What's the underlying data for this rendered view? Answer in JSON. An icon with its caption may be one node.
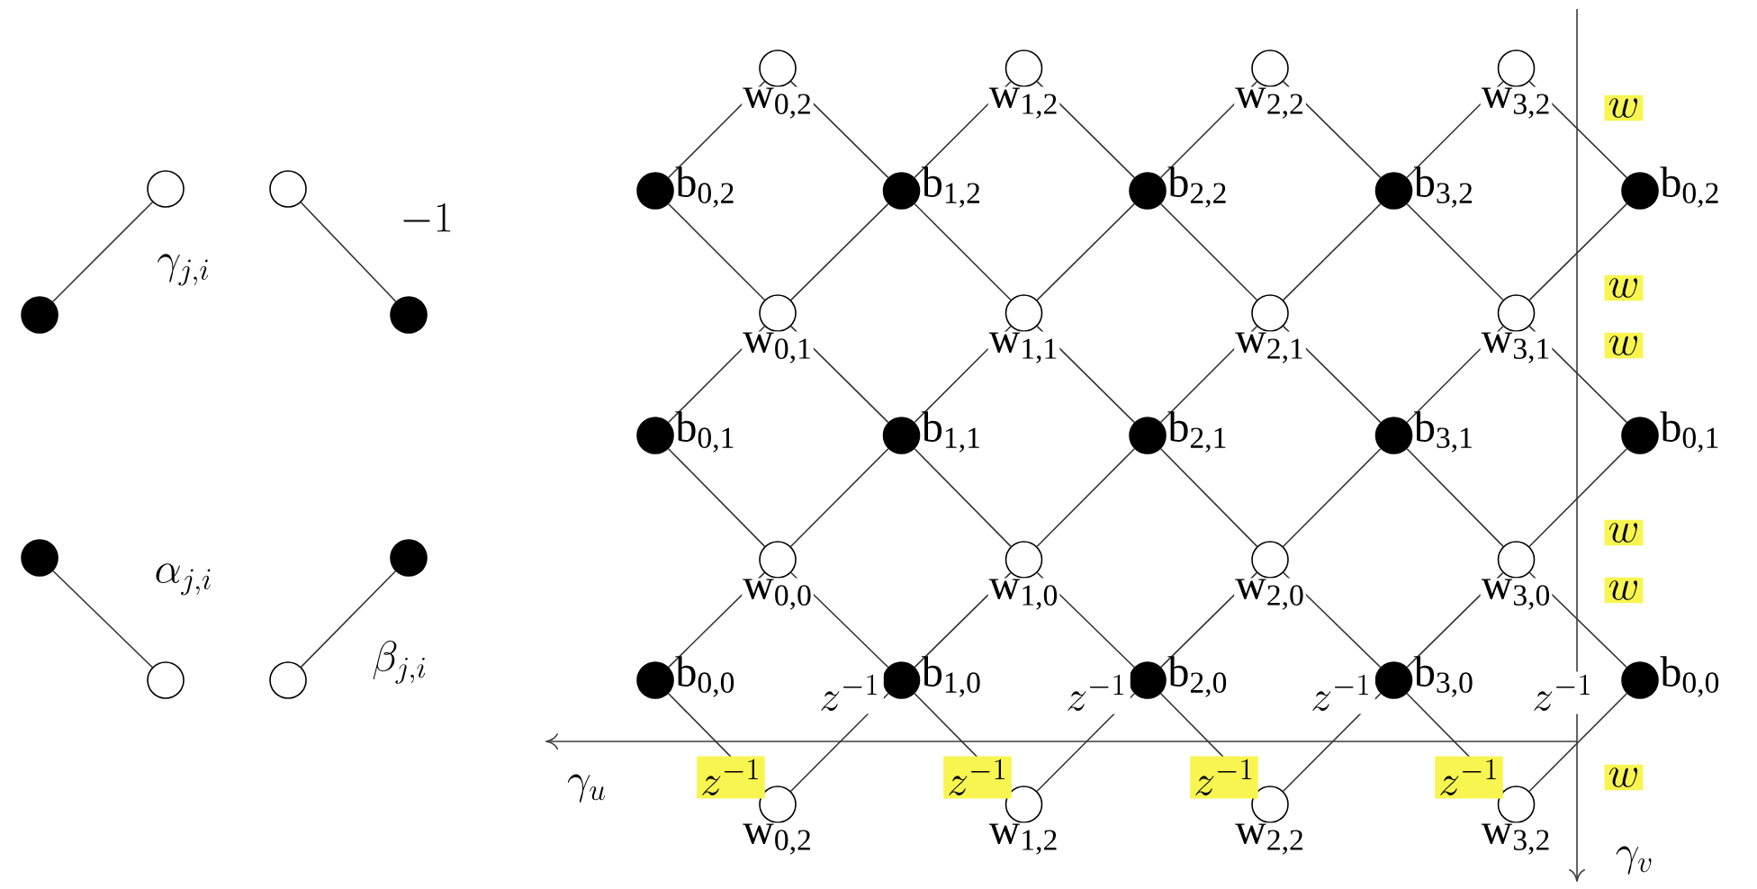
{
  "diagram": {
    "nodes": [
      {
        "text": [],
        "shape": "dot"
      },
      {
        "text": [],
        "shape": "circle"
      },
      {
        "text": [],
        "shape": "circle"
      },
      {
        "text": [],
        "shape": "dot"
      },
      {
        "text": [],
        "shape": "dot"
      },
      {
        "text": [],
        "shape": "circle"
      },
      {
        "text": [],
        "shape": "circle"
      },
      {
        "text": [],
        "shape": "dot"
      },
      {
        "text": [],
        "shape": "circle",
        "beside": [
          "w$_{0,2}$"
        ]
      },
      {
        "text": [],
        "shape": "circle",
        "beside": [
          "w$_{1,2}$"
        ]
      },
      {
        "text": [],
        "shape": "circle",
        "beside": [
          "w$_{2,2}$"
        ]
      },
      {
        "text": [],
        "shape": "circle",
        "beside": [
          "w$_{3,2}$"
        ]
      },
      {
        "text": [],
        "shape": "dot",
        "beside": [
          "b$_{0,2}$"
        ]
      },
      {
        "text": [],
        "shape": "dot",
        "beside": [
          "b$_{1,2}$"
        ]
      },
      {
        "text": [],
        "shape": "dot",
        "beside": [
          "b$_{2,2}$"
        ]
      },
      {
        "text": [],
        "shape": "dot",
        "beside": [
          "b$_{3,2}$"
        ]
      },
      {
        "text": [],
        "shape": "dot",
        "beside": [
          "b$_{0,2}$"
        ]
      },
      {
        "text": [],
        "shape": "circle",
        "beside": [
          "w$_{0,1}$"
        ]
      },
      {
        "text": [],
        "shape": "circle",
        "beside": [
          "w$_{1,1}$"
        ]
      },
      {
        "text": [],
        "shape": "circle",
        "beside": [
          "w$_{2,1}$"
        ]
      },
      {
        "text": [],
        "shape": "circle",
        "beside": [
          "w$_{3,1}$"
        ]
      },
      {
        "text": [],
        "shape": "dot",
        "beside": [
          "b$_{0,1}$"
        ]
      },
      {
        "text": [],
        "shape": "dot",
        "beside": [
          "b$_{1,1}$"
        ]
      },
      {
        "text": [],
        "shape": "dot",
        "beside": [
          "b$_{2,1}$"
        ]
      },
      {
        "text": [],
        "shape": "dot",
        "beside": [
          "b$_{3,1}$"
        ]
      },
      {
        "text": [],
        "shape": "dot",
        "beside": [
          "b$_{0,1}$"
        ]
      },
      {
        "text": [],
        "shape": "circle",
        "beside": [
          "w$_{0,0}$"
        ]
      },
      {
        "text": [],
        "shape": "circle",
        "beside": [
          "w$_{1,0}$"
        ]
      },
      {
        "text": [],
        "shape": "circle",
        "beside": [
          "w$_{2,0}$"
        ]
      },
      {
        "text": [],
        "shape": "circle",
        "beside": [
          "w$_{3,0}$"
        ]
      },
      {
        "text": [],
        "shape": "dot",
        "beside": [
          "b$_{0,0}$"
        ]
      },
      {
        "text": [],
        "shape": "dot",
        "beside": [
          "b$_{1,0}$"
        ]
      },
      {
        "text": [],
        "shape": "dot",
        "beside": [
          "b$_{2,0}$"
        ]
      },
      {
        "text": [],
        "shape": "dot",
        "beside": [
          "b$_{3,0}$"
        ]
      },
      {
        "text": [],
        "shape": "dot",
        "beside": [
          "b$_{0,0}$"
        ]
      },
      {
        "text": [],
        "shape": "circle",
        "beside": [
          "w$_{0,2}$"
        ]
      },
      {
        "text": [],
        "shape": "circle",
        "beside": [
          "w$_{1,2}$"
        ]
      },
      {
        "text": [],
        "shape": "circle",
        "beside": [
          "w$_{2,2}$"
        ]
      },
      {
        "text": [],
        "shape": "circle",
        "beside": [
          "w$_{3,2}$"
        ]
      }
    ],
    "edges": [
      {
        "from": 0,
        "to": 1,
        "arrow": "none",
        "label": "\\gamma_{j,i}"
      },
      {
        "from": 2,
        "to": 3,
        "arrow": "none",
        "label": "-1"
      },
      {
        "from": 4,
        "to": 5,
        "arrow": "none",
        "label": "\\alpha_{j,i}"
      },
      {
        "from": 6,
        "to": 7,
        "arrow": "none",
        "label": "\\beta_{j,i}"
      },
      {
        "from": 8,
        "to": 12,
        "arrow": "none"
      },
      {
        "from": 8,
        "to": 13,
        "arrow": "none"
      },
      {
        "from": 9,
        "to": 13,
        "arrow": "none"
      },
      {
        "from": 9,
        "to": 14,
        "arrow": "none"
      },
      {
        "from": 10,
        "to": 14,
        "arrow": "none"
      },
      {
        "from": 10,
        "to": 15,
        "arrow": "none"
      },
      {
        "from": 11,
        "to": 15,
        "arrow": "none"
      },
      {
        "from": 11,
        "to": 16,
        "arrow": "none",
        "label": "w"
      },
      {
        "from": 12,
        "to": 17,
        "arrow": "none"
      },
      {
        "from": 13,
        "to": 17,
        "arrow": "none"
      },
      {
        "from": 17,
        "to": 21,
        "arrow": "none"
      },
      {
        "from": 17,
        "to": 22,
        "arrow": "none"
      },
      {
        "from": 13,
        "to": 18,
        "arrow": "none"
      },
      {
        "from": 14,
        "to": 18,
        "arrow": "none"
      },
      {
        "from": 18,
        "to": 22,
        "arrow": "none"
      },
      {
        "from": 18,
        "to": 23,
        "arrow": "none"
      },
      {
        "from": 14,
        "to": 19,
        "arrow": "none"
      },
      {
        "from": 15,
        "to": 19,
        "arrow": "none"
      },
      {
        "from": 19,
        "to": 23,
        "arrow": "none"
      },
      {
        "from": 19,
        "to": 24,
        "arrow": "none"
      },
      {
        "from": 15,
        "to": 20,
        "arrow": "none"
      },
      {
        "from": 16,
        "to": 20,
        "arrow": "none",
        "label": "w"
      },
      {
        "from": 20,
        "to": 24,
        "arrow": "none"
      },
      {
        "from": 20,
        "to": 25,
        "arrow": "none",
        "label": "w"
      },
      {
        "from": 21,
        "to": 26,
        "arrow": "none"
      },
      {
        "from": 22,
        "to": 26,
        "arrow": "none"
      },
      {
        "from": 26,
        "to": 30,
        "arrow": "none"
      },
      {
        "from": 26,
        "to": 31,
        "arrow": "none"
      },
      {
        "from": 22,
        "to": 27,
        "arrow": "none"
      },
      {
        "from": 23,
        "to": 27,
        "arrow": "none"
      },
      {
        "from": 27,
        "to": 31,
        "arrow": "none"
      },
      {
        "from": 27,
        "to": 32,
        "arrow": "none"
      },
      {
        "from": 23,
        "to": 28,
        "arrow": "none"
      },
      {
        "from": 24,
        "to": 28,
        "arrow": "none"
      },
      {
        "from": 28,
        "to": 32,
        "arrow": "none"
      },
      {
        "from": 28,
        "to": 33,
        "arrow": "none"
      },
      {
        "from": 24,
        "to": 29,
        "arrow": "none"
      },
      {
        "from": 25,
        "to": 29,
        "arrow": "none",
        "label": "w"
      },
      {
        "from": 29,
        "to": 33,
        "arrow": "none"
      },
      {
        "from": 29,
        "to": 34,
        "arrow": "none",
        "label": "w"
      },
      {
        "from": 30,
        "to": 35,
        "arrow": "none",
        "label": "z^{-1}"
      },
      {
        "from": 31,
        "to": 35,
        "arrow": "none",
        "label": "z^{-1}"
      },
      {
        "from": 31,
        "to": 36,
        "arrow": "none",
        "label": "z^{-1}"
      },
      {
        "from": 32,
        "to": 36,
        "arrow": "none",
        "label": "z^{-1}"
      },
      {
        "from": 32,
        "to": 37,
        "arrow": "none",
        "label": "z^{-1}"
      },
      {
        "from": 33,
        "to": 37,
        "arrow": "none",
        "label": "z^{-1}"
      },
      {
        "from": 33,
        "to": 38,
        "arrow": "none",
        "label": "z^{-1}"
      },
      {
        "from": 34,
        "to": 38,
        "arrow": "none",
        "label": "z^{-1}"
      }
    ],
    "labels": [
      "\\gamma_u",
      "w",
      "\\gamma_v"
    ]
  }
}
